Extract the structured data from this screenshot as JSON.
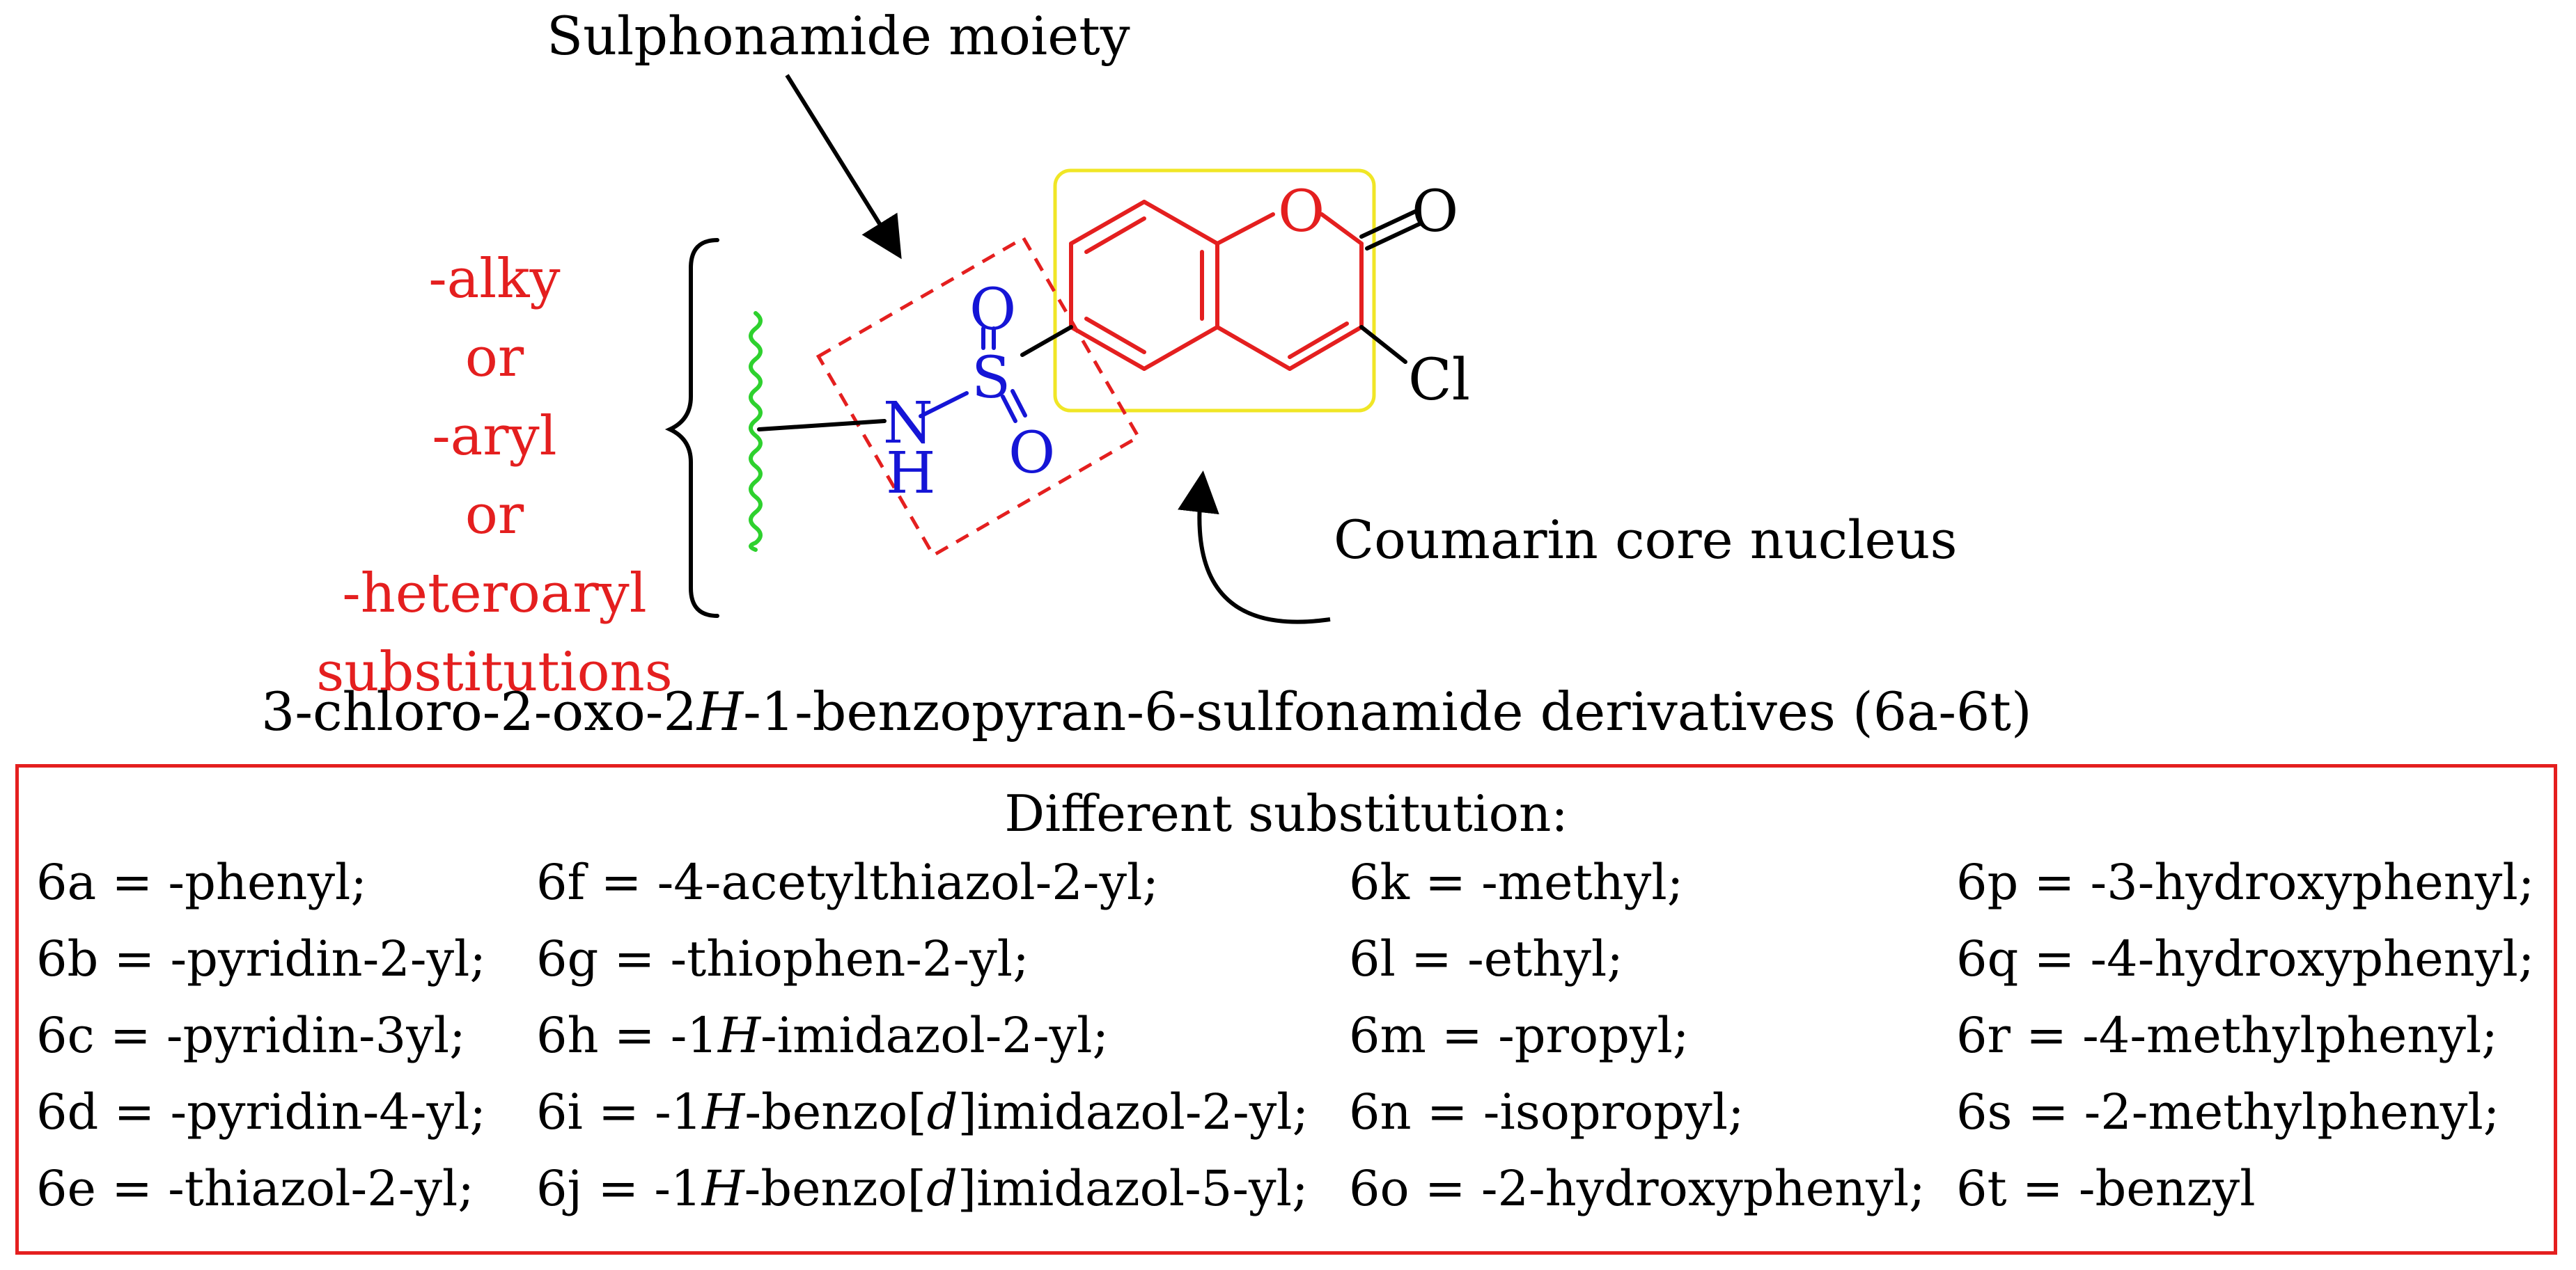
{
  "annotations": {
    "sulphonamide_label": "Sulphonamide moiety",
    "coumarin_label": "Coumarin core nucleus"
  },
  "molecule": {
    "atoms": {
      "o_ring": "O",
      "o_keto": "O",
      "cl": "Cl",
      "s": "S",
      "o_s_top": "O",
      "o_s_bottom": "O",
      "n": "N",
      "h": "H"
    }
  },
  "substituent_labels": [
    "-alky",
    "or",
    "-aryl",
    "or",
    "-heteroaryl",
    "substitutions"
  ],
  "caption": {
    "pre": "3-chloro-2-oxo-2",
    "italic": "H",
    "post": "-1-benzopyran-6-sulfonamide derivatives (6a-6t)"
  },
  "substitution_box": {
    "title": "Different substitution:",
    "columns": [
      [
        {
          "pre": "6a = -phenyl;",
          "ital": "",
          "post": ""
        },
        {
          "pre": "6b = -pyridin-2-yl;",
          "ital": "",
          "post": ""
        },
        {
          "pre": "6c = -pyridin-3yl;",
          "ital": "",
          "post": ""
        },
        {
          "pre": "6d = -pyridin-4-yl;",
          "ital": "",
          "post": ""
        },
        {
          "pre": "6e = -thiazol-2-yl;",
          "ital": "",
          "post": ""
        }
      ],
      [
        {
          "pre": "6f = -4-acetylthiazol-2-yl;",
          "ital": "",
          "post": ""
        },
        {
          "pre": "6g = -thiophen-2-yl;",
          "ital": "",
          "post": ""
        },
        {
          "pre": "6h = -1",
          "ital": "H",
          "post": "-imidazol-2-yl;"
        },
        {
          "pre": "6i = -1",
          "ital": "H",
          "post": "-benzo[",
          "ital2": "d",
          "post2": "]imidazol-2-yl;"
        },
        {
          "pre": "6j = -1",
          "ital": "H",
          "post": "-benzo[",
          "ital2": "d",
          "post2": "]imidazol-5-yl;"
        }
      ],
      [
        {
          "pre": "6k = -methyl;",
          "ital": "",
          "post": ""
        },
        {
          "pre": "6l = -ethyl;",
          "ital": "",
          "post": ""
        },
        {
          "pre": "6m = -propyl;",
          "ital": "",
          "post": ""
        },
        {
          "pre": "6n = -isopropyl;",
          "ital": "",
          "post": ""
        },
        {
          "pre": "6o = -2-hydroxyphenyl;",
          "ital": "",
          "post": ""
        }
      ],
      [
        {
          "pre": "6p = -3-hydroxyphenyl;",
          "ital": "",
          "post": ""
        },
        {
          "pre": "6q = -4-hydroxyphenyl;",
          "ital": "",
          "post": ""
        },
        {
          "pre": "6r = -4-methylphenyl;",
          "ital": "",
          "post": ""
        },
        {
          "pre": "6s = -2-methylphenyl;",
          "ital": "",
          "post": ""
        },
        {
          "pre": "6t = -benzyl",
          "ital": "",
          "post": ""
        }
      ]
    ]
  },
  "colors": {
    "scaffold": "#e41f1f",
    "sulfonamide": "#1515d6",
    "highlight_box": "#f0e626",
    "wavy_bond": "#2ed12e",
    "frame": "#e41f1f"
  }
}
